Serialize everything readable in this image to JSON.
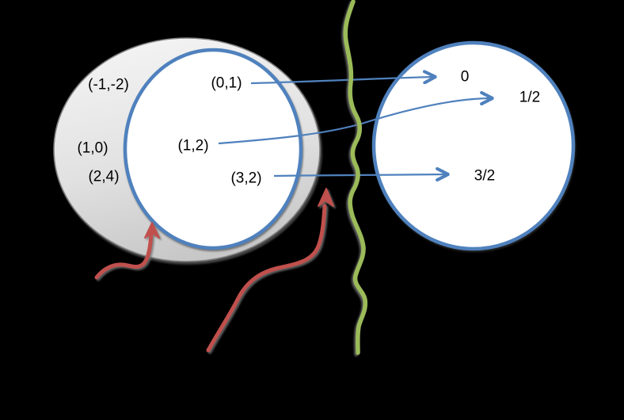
{
  "figure": {
    "description": "Function mapping diagram between two sets",
    "background_color": "#000000",
    "domain_ellipse": {
      "outside_subset_labels": [
        "(-1,-2)",
        "(1,0)",
        "(2,4)"
      ]
    },
    "mappings": [
      {
        "from": "(0,1)",
        "to": "0"
      },
      {
        "from": "(1,2)",
        "to": "1/2"
      },
      {
        "from": "(3,2)",
        "to": "3/2"
      }
    ],
    "colors": {
      "set_outline": "#4f81bd",
      "mapping_arrow": "#4f81bd",
      "divider_squiggle": "#9bbb59",
      "annotation_arrow": "#c0504d",
      "domain_fill_light": "#f2f2f2",
      "domain_fill_dark": "#c7c7c7",
      "domain_outline": "#7f7f7f",
      "subset_fill": "#ffffff",
      "codomain_fill": "#ffffff",
      "label_color": "#000000"
    }
  }
}
